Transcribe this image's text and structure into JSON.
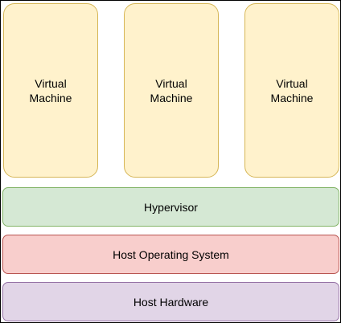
{
  "virtual_machines": [
    {
      "label": "Virtual\nMachine"
    },
    {
      "label": "Virtual\nMachine"
    },
    {
      "label": "Virtual\nMachine"
    }
  ],
  "layers": {
    "hypervisor": "Hypervisor",
    "host_os": "Host Operating System",
    "hardware": "Host Hardware"
  },
  "colors": {
    "vm_fill": "#fff2cc",
    "vm_stroke": "#d6b656",
    "hypervisor_fill": "#d5e8d4",
    "hypervisor_stroke": "#82b366",
    "host_os_fill": "#f8cecc",
    "host_os_stroke": "#b85450",
    "hardware_fill": "#e1d5e7",
    "hardware_stroke": "#9673a6"
  }
}
